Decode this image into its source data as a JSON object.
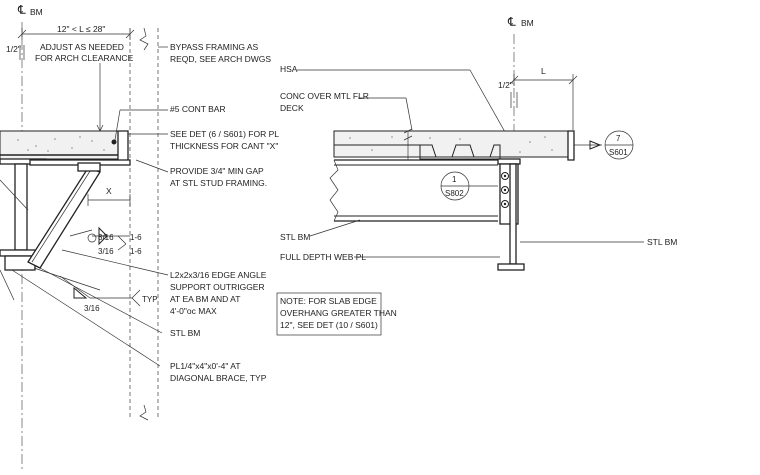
{
  "left_detail": {
    "centerline": "BM",
    "dim_top": "12\" < L ≤ 28\"",
    "dim_half_inch": "1/2\"",
    "dim_x": "X",
    "note_adjust": [
      "ADJUST AS NEEDED",
      "FOR ARCH CLEARANCE"
    ],
    "note_bypass": [
      "BYPASS FRAMING AS",
      "REQD, SEE ARCH DWGS"
    ],
    "note_cont_bar": "#5 CONT BAR",
    "note_see_det": [
      "SEE DET (6 / S601) FOR PL",
      "THICKNESS FOR CANT \"X\""
    ],
    "note_gap": [
      "PROVIDE 3/4\" MIN GAP",
      "AT STL STUD FRAMING."
    ],
    "note_angle": [
      "L2x2x3/16 EDGE ANGLE",
      "SUPPORT OUTRIGGER",
      "AT EA BM AND AT",
      "4'-0\"oc MAX"
    ],
    "note_stl_bm": "STL BM",
    "note_plate": [
      "PL1/4\"x4\"x0'-4\" AT",
      "DIAGONAL BRACE, TYP"
    ],
    "weld_size_1": "3/16",
    "weld_size_2": "3/16",
    "weld_length_1": "1-6",
    "weld_length_2": "1-6",
    "weld_size_3": "3/16",
    "weld_typ": "TYP"
  },
  "right_detail": {
    "centerline": "BM",
    "note_hsa": "HSA",
    "note_conc": [
      "CONC OVER MTL FLR",
      "DECK"
    ],
    "dim_l": "L",
    "dim_half_inch": "1/2\"",
    "callout_7": {
      "number": "7",
      "sheet": "S601"
    },
    "callout_1": {
      "number": "1",
      "sheet": "S802"
    },
    "note_stl_bm_left": "STL BM",
    "note_stl_bm_right": "STL BM",
    "note_web_pl": "FULL DEPTH WEB PL",
    "note_box": [
      "NOTE: FOR SLAB EDGE",
      "OVERHANG GREATER THAN",
      "12\", SEE DET (10 / S601)"
    ]
  }
}
